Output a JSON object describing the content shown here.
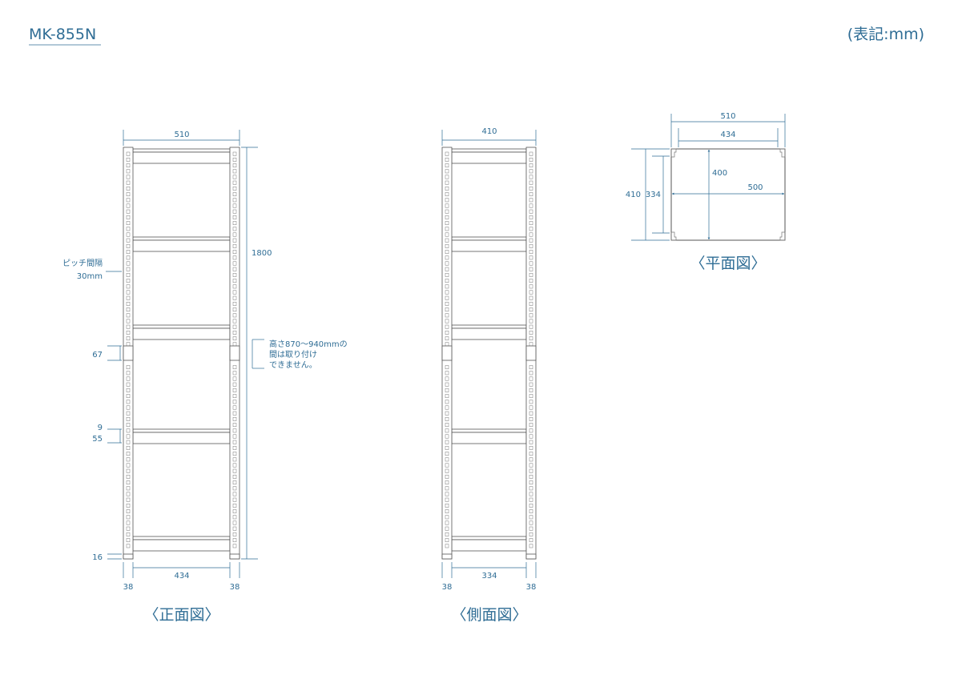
{
  "header": {
    "model": "MK-855N",
    "unit": "(表記:mm)"
  },
  "front": {
    "caption": "〈正面図〉",
    "dims": {
      "width": "510",
      "height": "1800",
      "inner": "434",
      "post_left": "38",
      "post_right": "38",
      "foot": "16",
      "pitch_label": "ピッチ間隔",
      "pitch_value": "30mm",
      "joint": "67",
      "shelf_thickness": "9",
      "shelf_depth": "55"
    },
    "note": [
      "高さ870〜940mmの",
      "間は取り付け",
      "できません。"
    ]
  },
  "side": {
    "caption": "〈側面図〉",
    "dims": {
      "depth": "410",
      "inner": "334",
      "post_left": "38",
      "post_right": "38"
    }
  },
  "plan": {
    "caption": "〈平面図〉",
    "dims": {
      "outer_width": "510",
      "inner_width": "434",
      "outer_depth": "410",
      "inner_depth": "334",
      "span_depth": "400",
      "span_width": "500"
    }
  },
  "colors": {
    "dimension": "#2f6d95",
    "outline": "#555555"
  }
}
